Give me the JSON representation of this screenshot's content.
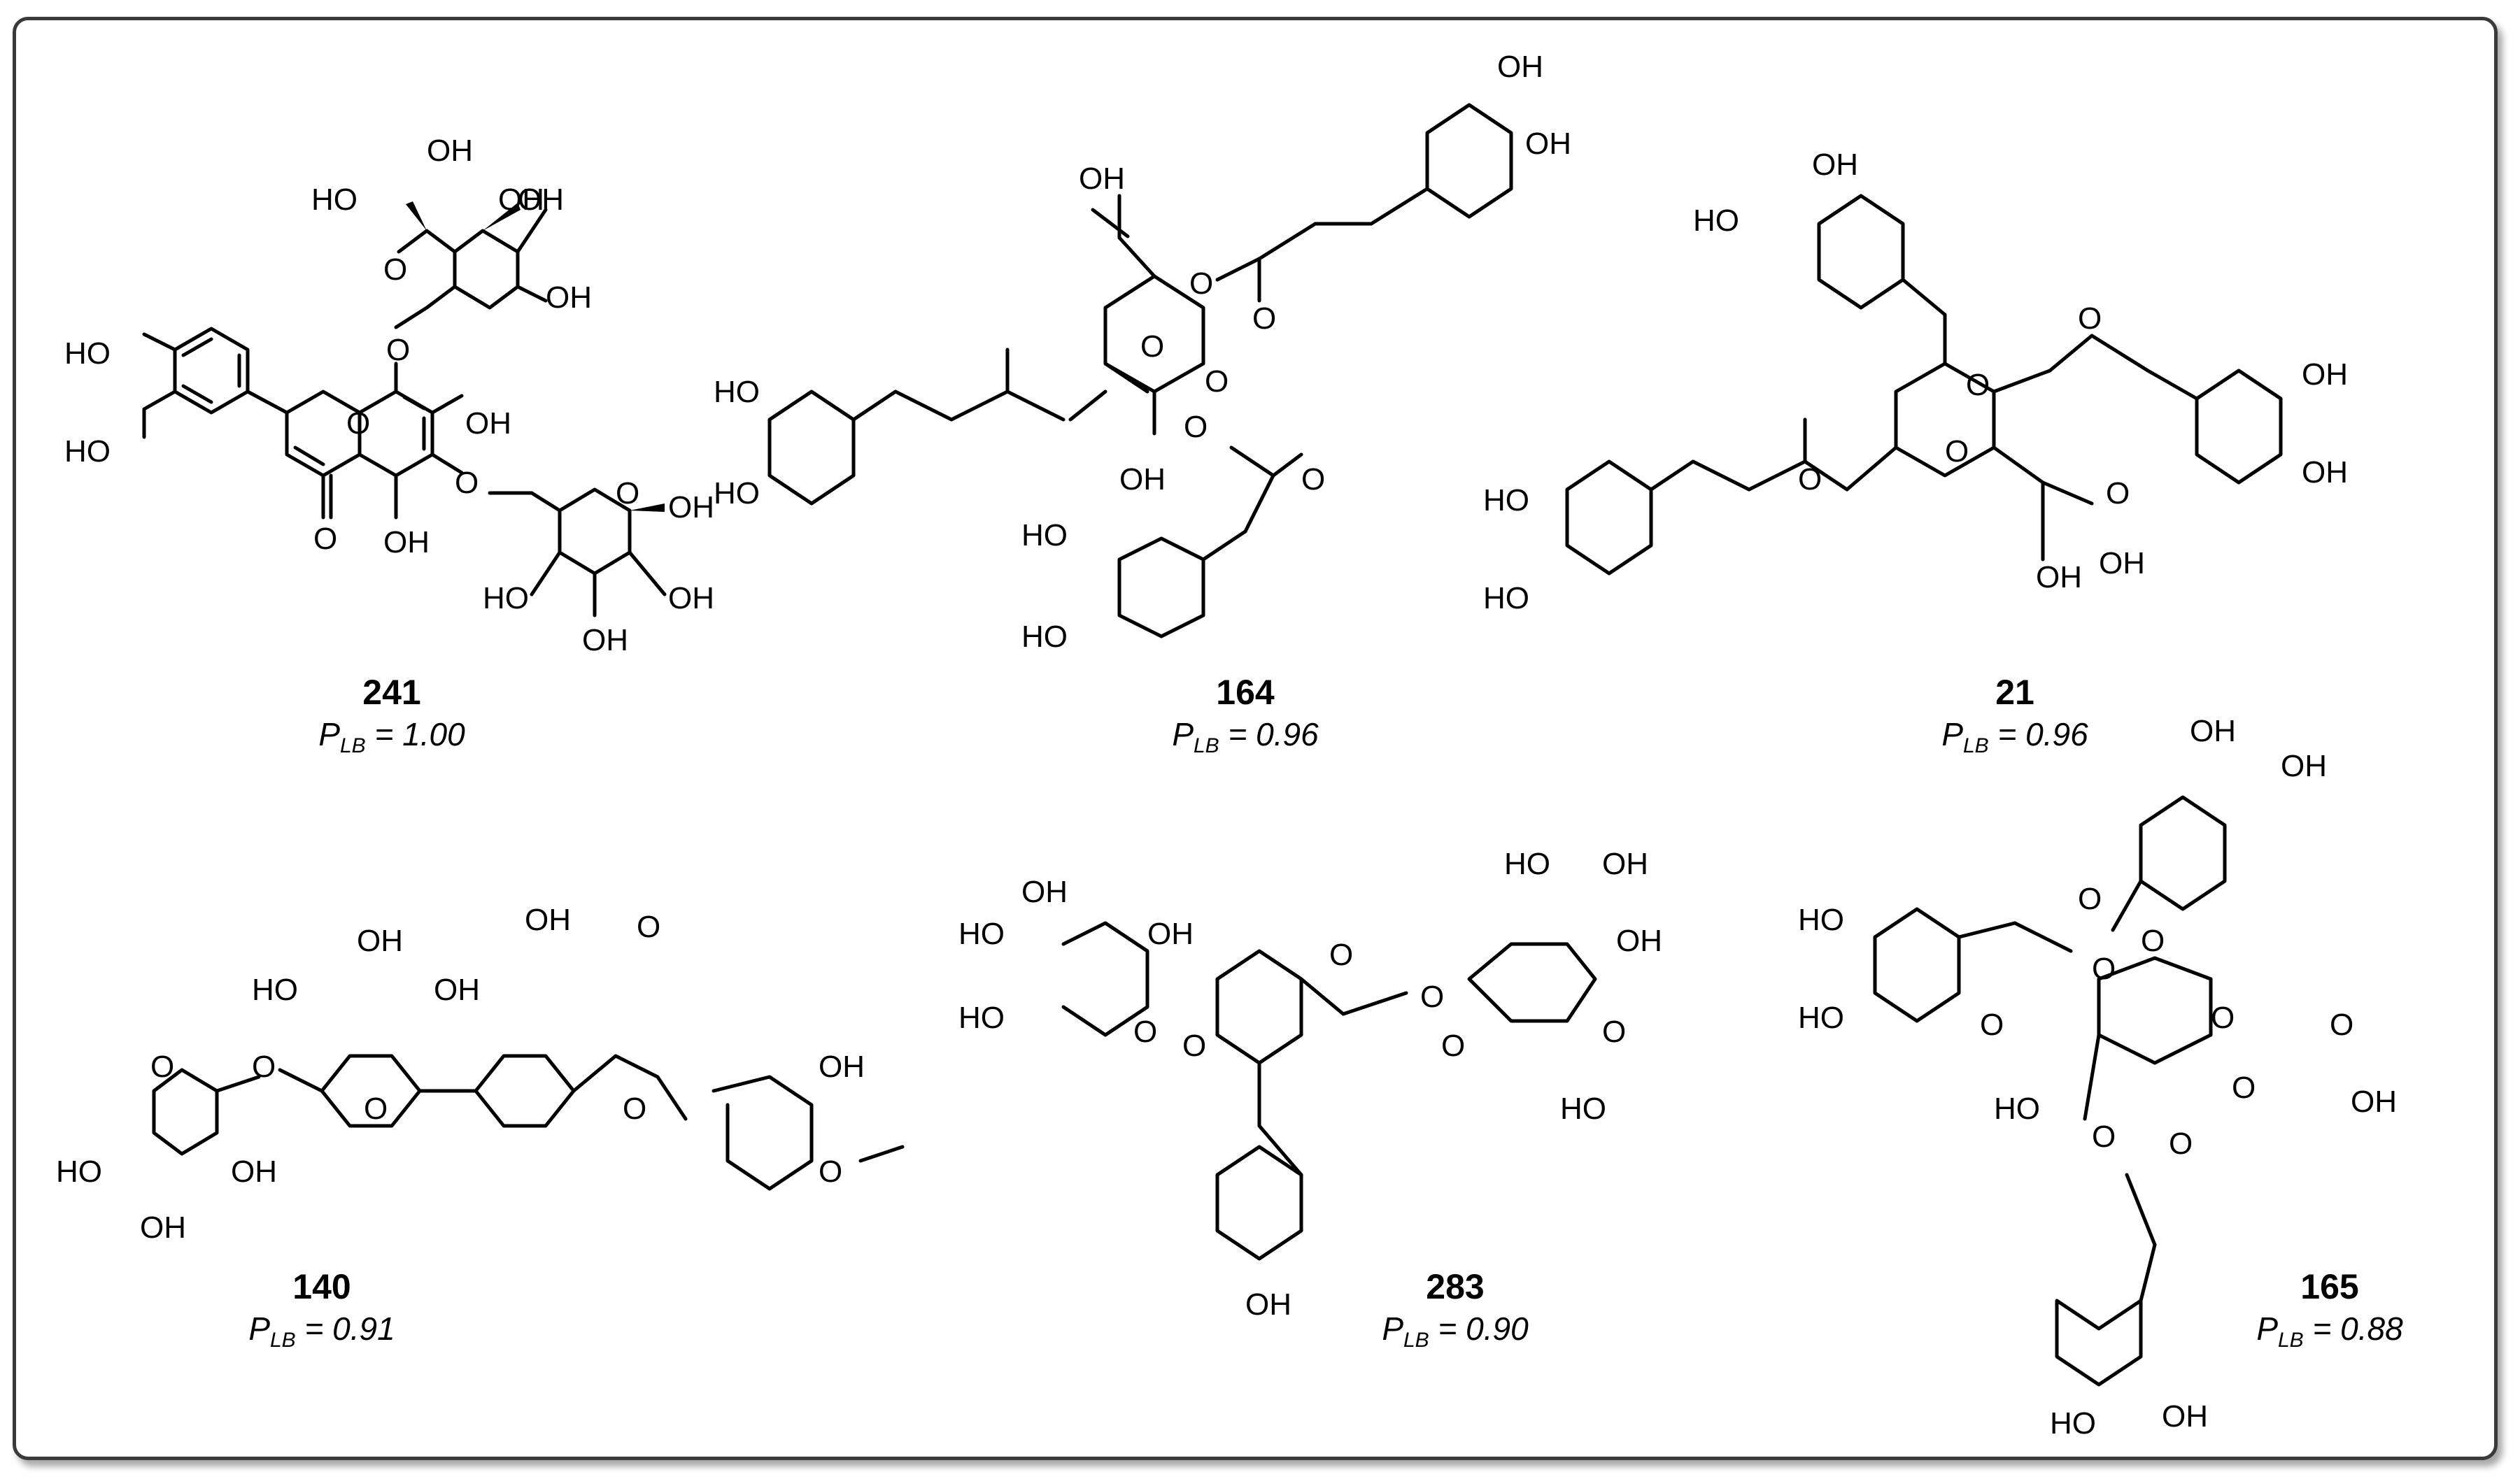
{
  "compounds": [
    {
      "id": "241",
      "score_prefix": "P",
      "score_sub": "LB",
      "score_value": "= 1.00"
    },
    {
      "id": "164",
      "score_prefix": "P",
      "score_sub": "LB",
      "score_value": "= 0.96"
    },
    {
      "id": "21",
      "score_prefix": "P",
      "score_sub": "LB",
      "score_value": "= 0.96"
    },
    {
      "id": "140",
      "score_prefix": "P",
      "score_sub": "LB",
      "score_value": "= 0.91"
    },
    {
      "id": "283",
      "score_prefix": "P",
      "score_sub": "LB",
      "score_value": "= 0.90"
    },
    {
      "id": "165",
      "score_prefix": "P",
      "score_sub": "LB",
      "score_value": "= 0.88"
    }
  ],
  "atoms": {
    "oh": "OH",
    "ho": "HO",
    "o": "O"
  },
  "colors": {
    "border": "#3a3a3a",
    "ink": "#000000",
    "background": "#ffffff"
  }
}
